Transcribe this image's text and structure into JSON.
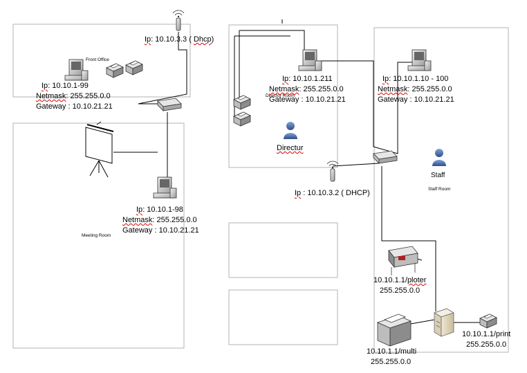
{
  "rooms": {
    "front_office": "Front Office",
    "meeting_room": "Meeting Room",
    "director_room": "Director Room",
    "staff_room": "Staff Room"
  },
  "people": {
    "director": "Directur",
    "staff": "Staff"
  },
  "access_point_top": {
    "ip_label": "Ip",
    "ip_value": ": 10.10.3.3 (",
    "mode": "Dhcp",
    "close": ")"
  },
  "access_point_mid": {
    "ip_label": "Ip",
    "ip_value": ": 10.10.3.2 ( DHCP)"
  },
  "front_pc": {
    "ip_label": "Ip",
    "ip_value": ": 10.10.1-99",
    "netmask_label": "Netmask",
    "netmask_value": ": 255.255.0.0",
    "gateway": "Gateway : 10.10.21.21"
  },
  "meeting_pc": {
    "ip_label": "Ip",
    "ip_value": ": 10.10.1-98",
    "netmask_label": "Netmask",
    "netmask_value": ": 255.255.0.0",
    "gateway": "Gateway : 10.10.21.21"
  },
  "director_pc": {
    "ip_label": "Ip",
    "ip_value": ": 10.10.1.211",
    "netmask_label": "Netmask",
    "netmask_value": ": 255.255.0.0",
    "gateway": "Gateway : 10.10.21.21"
  },
  "staff_pc": {
    "ip_label": "Ip",
    "ip_value": ": 10.10.1.10 - 100",
    "netmask_label": "Netmask",
    "netmask_value": ": 255.255.0.0",
    "gateway": "Gateway : 10.10.21.21"
  },
  "plotter": {
    "addr_prefix": "10.10.1.1/",
    "addr_name": "ploter",
    "mask": "255.255.0.0"
  },
  "multifunction": {
    "addr": "10.10.1.1/multi",
    "mask": "255.255.0.0"
  },
  "printer": {
    "addr": "10.10.1.1/print",
    "mask": "255.255.0.0"
  },
  "colors": {
    "room_border": "#b3b3b3",
    "line": "#000000",
    "person": "#4a6fa5",
    "underline": "#dd0000"
  }
}
